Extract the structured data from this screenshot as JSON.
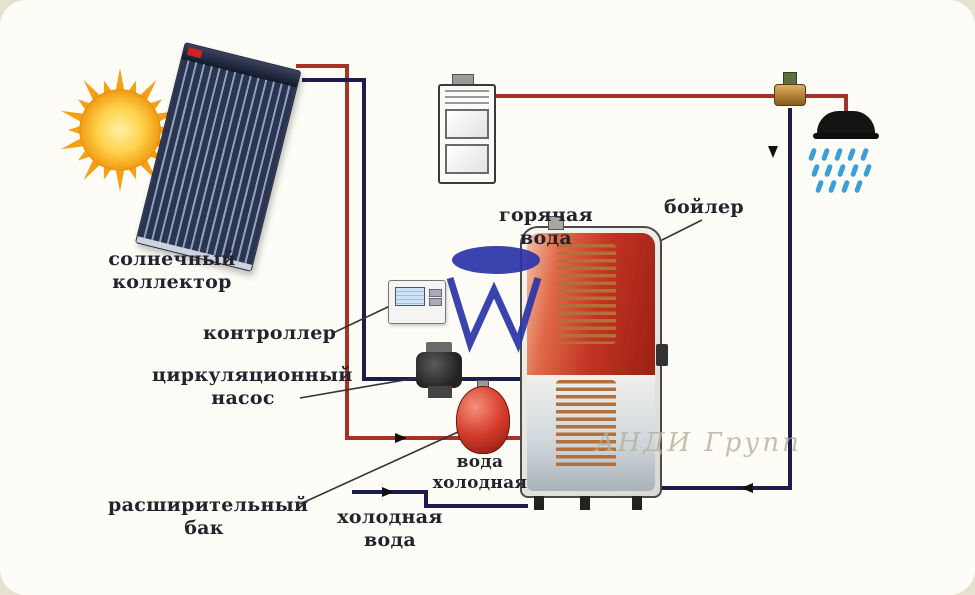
{
  "diagram_title": "solar water heating system schematic",
  "labels": {
    "collector": {
      "line1": "солнечный",
      "line2": "коллектор"
    },
    "controller": "контроллер",
    "pump": {
      "line1": "циркуляционный",
      "line2": "насос"
    },
    "expansion_tank": {
      "line1": "расширительный",
      "line2": "бак"
    },
    "hot_water": "горячая вода",
    "boiler": "бойлер",
    "cold_inlet": {
      "line1": "вода",
      "line2": "холодная"
    },
    "cold_water": "холодная вода"
  },
  "watermark": {
    "company": "АНДИ Групп"
  },
  "colors": {
    "hot_pipe": "#a93226",
    "cold_pipe": "#1d1d4d",
    "sun_core": "#ffd34d",
    "sun_ray": "#f5a018",
    "tank_red": "#d43c2a",
    "boiler_hot_zone": "#c23423",
    "coil_copper": "#b5703a",
    "water_drop": "#3a9fd8",
    "watermark_blue": "#2b35a8"
  }
}
